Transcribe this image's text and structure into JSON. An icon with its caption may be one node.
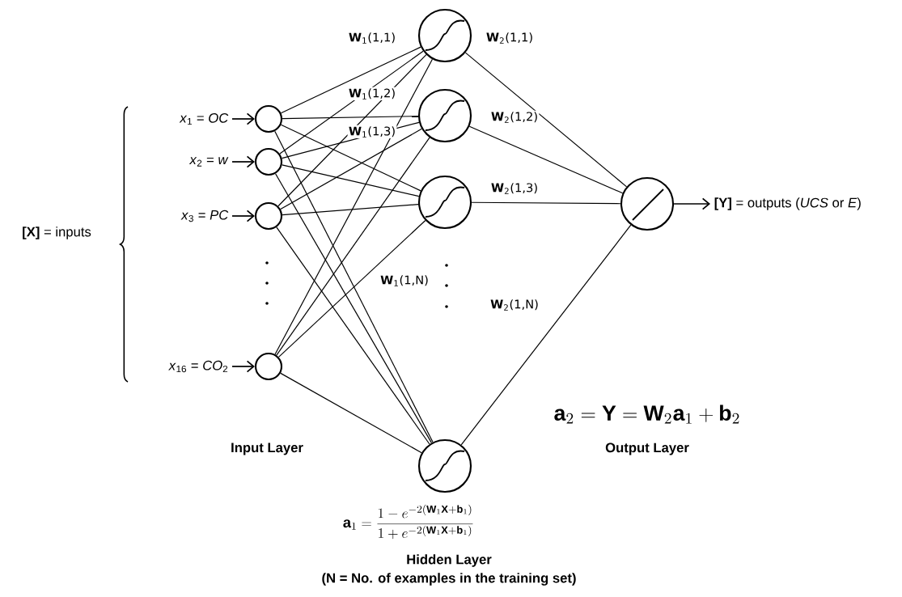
{
  "diagram": {
    "nodes": [
      {
        "text": [
          "*x*$_{1}$ = *OC*"
        ]
      },
      {
        "text": [
          "*x*$_{2}$ = *w*"
        ]
      },
      {
        "text": [
          "*x*$_{3}$ = *PC*"
        ]
      },
      {
        "text": [
          "*x*$_{16}$ = *CO*$_{2}$"
        ]
      },
      {
        "text": [],
        "shape": "circle"
      },
      {
        "text": [],
        "shape": "circle"
      },
      {
        "text": [],
        "shape": "circle"
      },
      {
        "text": [],
        "shape": "circle"
      },
      {
        "text": [],
        "shape": "circle"
      },
      {
        "text": [],
        "shape": "circle"
      },
      {
        "text": [],
        "shape": "circle"
      },
      {
        "text": [],
        "shape": "circle"
      },
      {
        "text": [],
        "shape": "circle"
      },
      {
        "text": [
          "**[Y]** = outputs (*UCS* or *E*)"
        ]
      }
    ],
    "edges": [
      {
        "from": 0,
        "to": 4,
        "arrow": "to"
      },
      {
        "from": 1,
        "to": 5,
        "arrow": "to"
      },
      {
        "from": 2,
        "to": 6,
        "arrow": "to"
      },
      {
        "from": 3,
        "to": 7,
        "arrow": "to"
      },
      {
        "from": 4,
        "to": 8,
        "arrow": "none",
        "label": "**W**$_{1}$(1,1)"
      },
      {
        "from": 4,
        "to": 9,
        "arrow": "none",
        "label": "**W**$_{1}$(1,2)"
      },
      {
        "from": 4,
        "to": 10,
        "arrow": "none",
        "label": "**W**$_{1}$(1,3)"
      },
      {
        "from": 4,
        "to": 11,
        "arrow": "none",
        "label": "**W**$_{1}$(1,N)"
      },
      {
        "from": 5,
        "to": 8,
        "arrow": "none"
      },
      {
        "from": 5,
        "to": 9,
        "arrow": "none"
      },
      {
        "from": 5,
        "to": 10,
        "arrow": "none"
      },
      {
        "from": 5,
        "to": 11,
        "arrow": "none"
      },
      {
        "from": 6,
        "to": 8,
        "arrow": "none"
      },
      {
        "from": 6,
        "to": 9,
        "arrow": "none"
      },
      {
        "from": 6,
        "to": 10,
        "arrow": "none"
      },
      {
        "from": 6,
        "to": 11,
        "arrow": "none"
      },
      {
        "from": 7,
        "to": 8,
        "arrow": "none"
      },
      {
        "from": 7,
        "to": 9,
        "arrow": "none"
      },
      {
        "from": 7,
        "to": 10,
        "arrow": "none"
      },
      {
        "from": 7,
        "to": 11,
        "arrow": "none"
      },
      {
        "from": 8,
        "to": 12,
        "arrow": "none",
        "label": "**W**$_{2}$(1,1)"
      },
      {
        "from": 9,
        "to": 12,
        "arrow": "none",
        "label": "**W**$_{2}$(1,2)"
      },
      {
        "from": 10,
        "to": 12,
        "arrow": "none",
        "label": "**W**$_{2}$(1,3)"
      },
      {
        "from": 11,
        "to": 12,
        "arrow": "none",
        "label": "**W**$_{2}$(1,N)"
      },
      {
        "from": 12,
        "to": 13,
        "arrow": "to"
      }
    ],
    "labels": [
      "**[X]** = inputs",
      "Input Layer",
      "Output Layer",
      "\\mathbf{a}_2 = \\mathbf{Y} = \\mathbf{W}_2\\mathbf{a}_1 + \\mathbf{b}_2",
      "\\mathbf{a}_1 = \\frac{1 - e^{-2(\\mathbf{W}_1\\mathbf{X}+\\mathbf{b}_1)}}{1+e^{-2(\\mathbf{W}_1\\mathbf{X}+\\mathbf{b}_1)}}",
      "Hidden Layer",
      "(N = No. of examples in the training set)"
    ]
  }
}
